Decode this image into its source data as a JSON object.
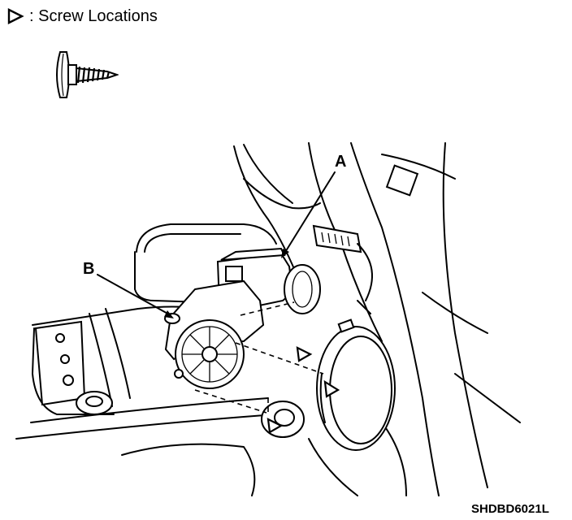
{
  "legend": {
    "marker_icon": "open-triangle-right-icon",
    "text": ": Screw Locations"
  },
  "callouts": {
    "a": "A",
    "b": "B"
  },
  "figure_code": "SHDBD6021L"
}
